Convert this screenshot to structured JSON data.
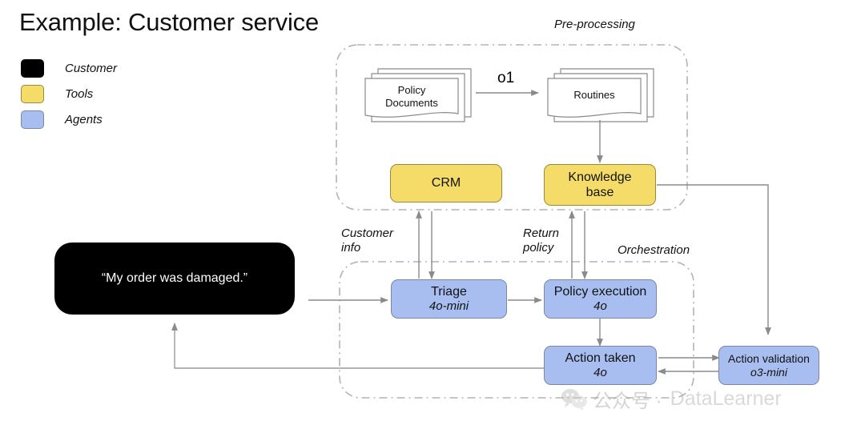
{
  "title": "Example: Customer service",
  "colors": {
    "customer": "#000000",
    "tools": "#F5DC69",
    "agents": "#A8BEF0",
    "line": "#8a8a8a",
    "group_border": "#b0b0b0"
  },
  "legend": {
    "items": [
      {
        "label": "Customer",
        "color": "#000000"
      },
      {
        "label": "Tools",
        "color": "#F5DC69"
      },
      {
        "label": "Agents",
        "color": "#A8BEF0"
      }
    ]
  },
  "groups": {
    "preprocessing": {
      "title": "Pre-processing"
    },
    "orchestration": {
      "title": "Orchestration"
    }
  },
  "preprocessing": {
    "source_docs": {
      "line1": "Policy",
      "line2": "Documents"
    },
    "transform_label": "o1",
    "result_docs": {
      "line1": "Routines",
      "line2": ""
    },
    "tools": [
      {
        "label": "CRM"
      },
      {
        "line1": "Knowledge",
        "line2": "base"
      }
    ]
  },
  "customer": {
    "message": "“My order was damaged.”"
  },
  "edge_labels": {
    "customer_info": {
      "line1": "Customer",
      "line2": "info"
    },
    "return_policy": {
      "line1": "Return",
      "line2": "policy"
    }
  },
  "agents": [
    {
      "name": "Triage",
      "model": "4o-mini"
    },
    {
      "name": "Policy execution",
      "model": "4o"
    },
    {
      "name": "Action taken",
      "model": "4o"
    },
    {
      "name": "Action validation",
      "model": "o3-mini"
    }
  ],
  "watermark": {
    "icon": "wechat-icon",
    "text": "公众号 ·",
    "brand": "DataLearner"
  }
}
